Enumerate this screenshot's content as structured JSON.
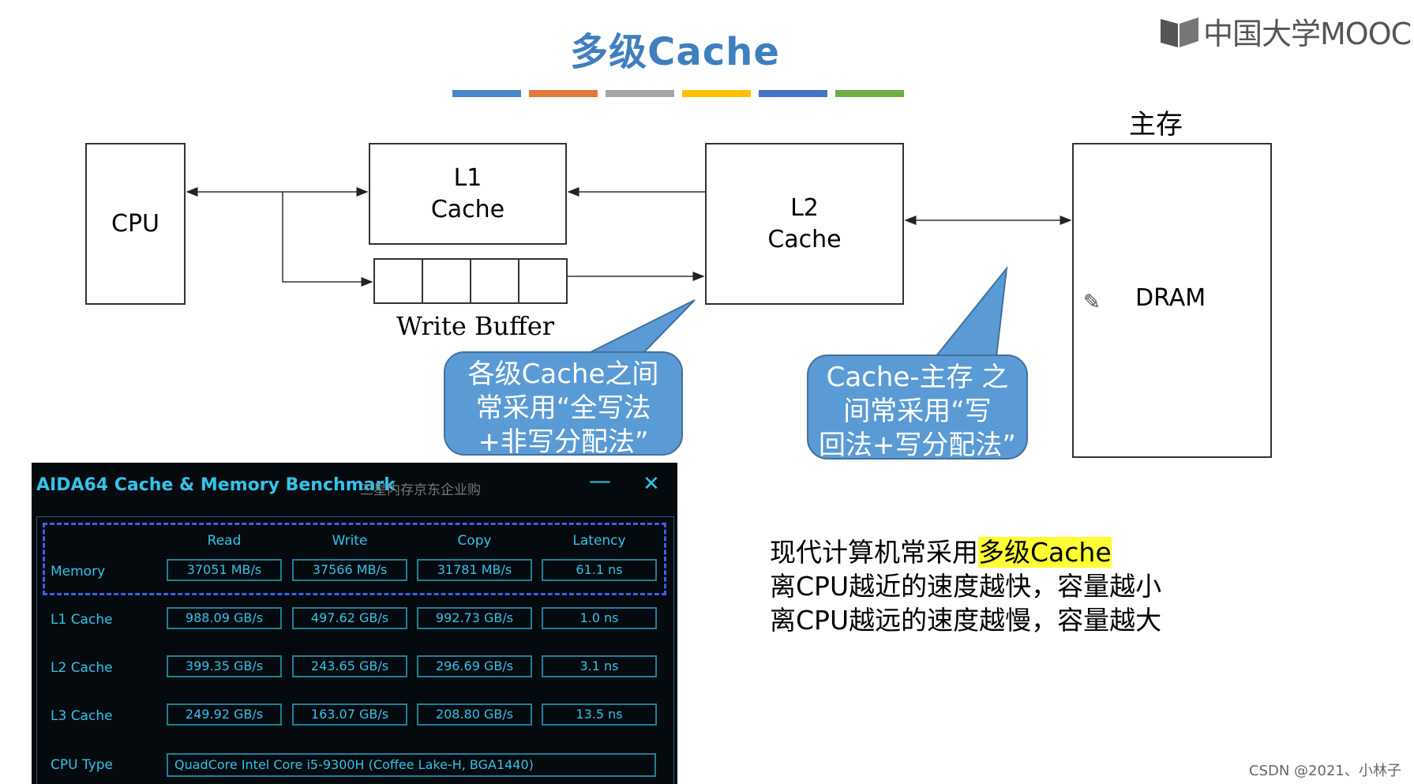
{
  "title": "多级Cache",
  "logo": {
    "text": "中国大学MOOC"
  },
  "color_bars": [
    "#4a86c8",
    "#e07b39",
    "#a5a5a5",
    "#ffc000",
    "#4472c4",
    "#70ad47"
  ],
  "diagram": {
    "cpu_label": "CPU",
    "l1_label_line1": "L1",
    "l1_label_line2": "Cache",
    "l2_label_line1": "L2",
    "l2_label_line2": "Cache",
    "write_buffer_label": "Write Buffer",
    "main_memory_label": "主存",
    "dram_label": "DRAM"
  },
  "callouts": {
    "left": {
      "line1": "各级Cache之间",
      "line2": "常采用“全写法",
      "line3": "+非写分配法”"
    },
    "right": {
      "line1": "Cache-主存 之",
      "line2": "间常采用“写",
      "line3": "回法+写分配法”"
    }
  },
  "notes": {
    "line1_prefix": "现代计算机常采用",
    "line1_highlight": "多级Cache",
    "line2": "离CPU越近的速度越快，容量越小",
    "line3": "离CPU越远的速度越慢，容量越大"
  },
  "benchmark": {
    "title": "AIDA64 Cache & Memory Benchmark",
    "subtitle": "三星内存京东企业购",
    "minimize": "—",
    "close": "✕",
    "columns": [
      "Read",
      "Write",
      "Copy",
      "Latency"
    ],
    "rows": [
      {
        "label": "Memory",
        "values": [
          "37051 MB/s",
          "37566 MB/s",
          "31781 MB/s",
          "61.1 ns"
        ]
      },
      {
        "label": "L1 Cache",
        "values": [
          "988.09 GB/s",
          "497.62 GB/s",
          "992.73 GB/s",
          "1.0 ns"
        ]
      },
      {
        "label": "L2 Cache",
        "values": [
          "399.35 GB/s",
          "243.65 GB/s",
          "296.69 GB/s",
          "3.1 ns"
        ]
      },
      {
        "label": "L3 Cache",
        "values": [
          "249.92 GB/s",
          "163.07 GB/s",
          "208.80 GB/s",
          "13.5 ns"
        ]
      }
    ],
    "cpu_type_label": "CPU Type",
    "cpu_type_value": "QuadCore Intel Core i5-9300H  (Coffee Lake-H, BGA1440)"
  },
  "watermark": "CSDN @2021、小林子"
}
